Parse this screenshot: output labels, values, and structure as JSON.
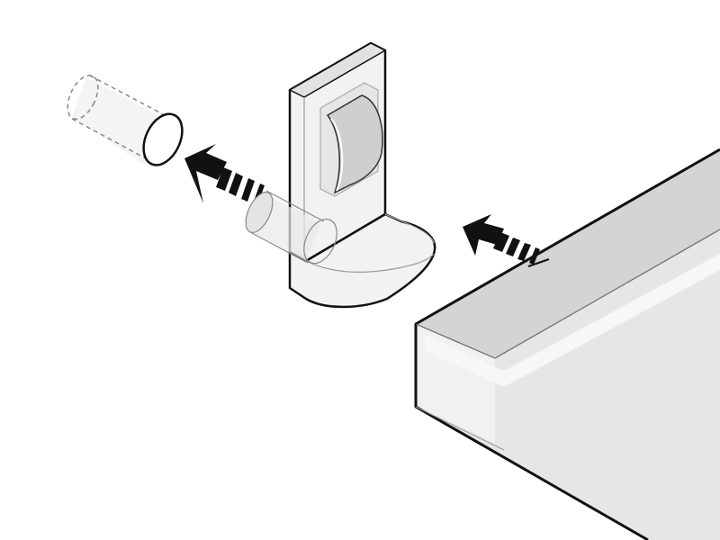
{
  "diagram": {
    "type": "exploded-assembly-illustration",
    "parts": [
      {
        "id": "shelf-pin",
        "icon": "cylinder-pin",
        "style": "outline"
      },
      {
        "id": "shelf-support-bracket",
        "icon": "l-bracket",
        "style": "transparent"
      },
      {
        "id": "glass-shelf-panel",
        "icon": "glass-panel",
        "style": "transparent"
      }
    ],
    "arrows": [
      {
        "id": "pin-insert-arrow",
        "direction": "upper-left"
      },
      {
        "id": "shelf-insert-arrow",
        "direction": "upper-left"
      }
    ],
    "colors": {
      "background": "#ffffff",
      "outline": "#111111",
      "hidden-line": "#9a9a9a",
      "glass-top": "#dcdcdc",
      "glass-front": "#f0f0f0",
      "bracket-fill": "#f2f2f2",
      "arrow": "#111111"
    }
  }
}
